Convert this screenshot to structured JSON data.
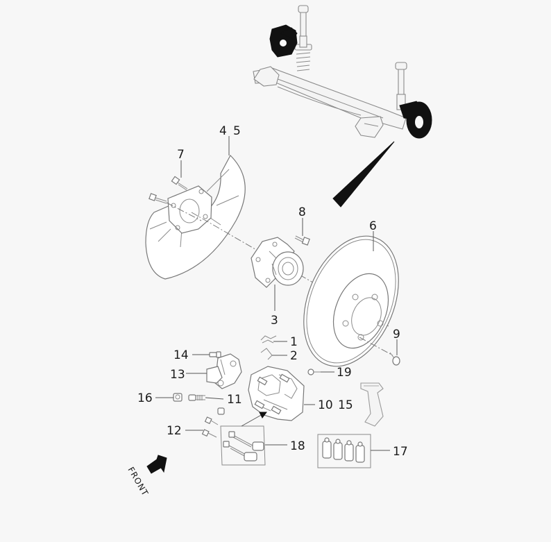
{
  "callouts": {
    "c1": "1",
    "c2": "2",
    "c3": "3",
    "c4": "4",
    "c5": "5",
    "c6": "6",
    "c7": "7",
    "c8": "8",
    "c9": "9",
    "c10": "10",
    "c11": "11",
    "c12": "12",
    "c13": "13",
    "c14": "14",
    "c15": "15",
    "c16": "16",
    "c17": "17",
    "c18": "18",
    "c19": "19"
  },
  "front_label": "FRONT",
  "colors": {
    "line": "#777777",
    "highlight": "#111111",
    "background": "#f7f7f7"
  }
}
